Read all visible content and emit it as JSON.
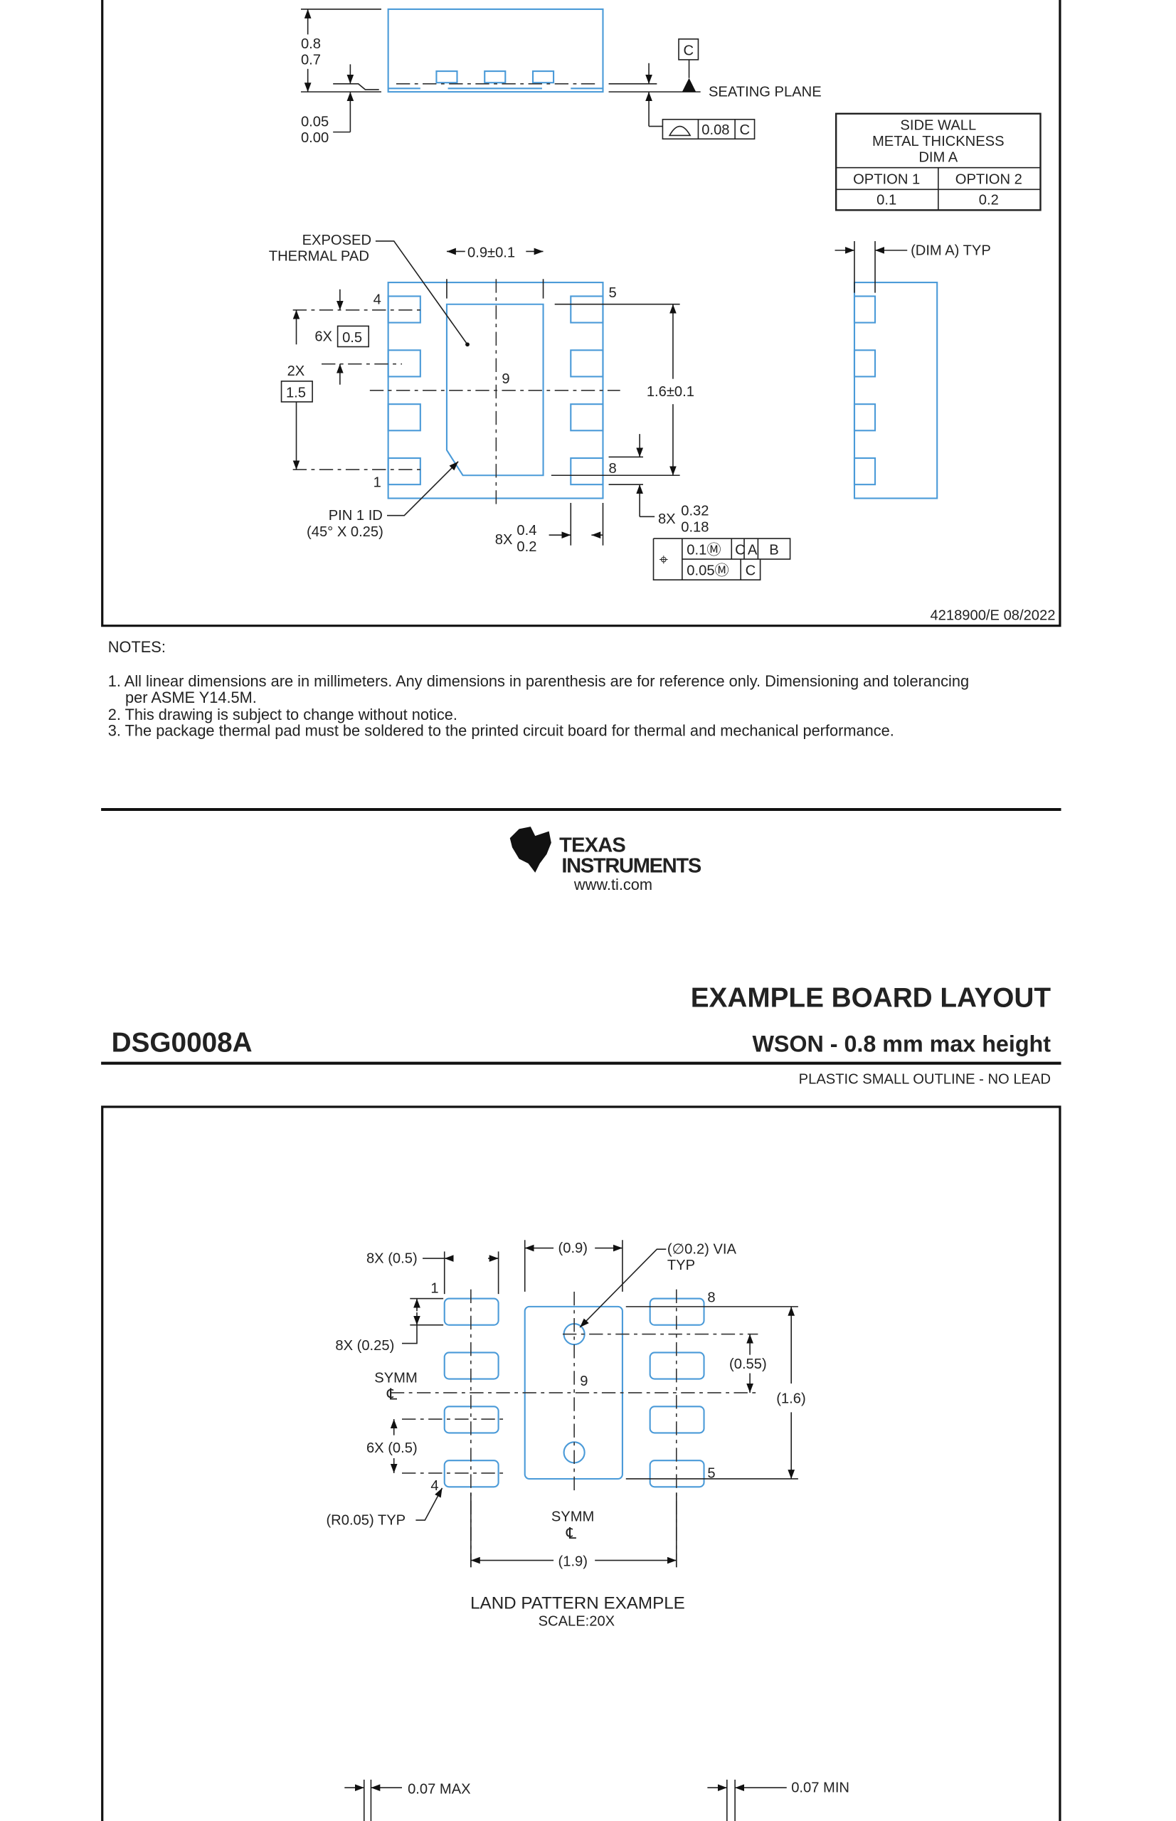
{
  "outline": {
    "side_view": {
      "height_max": "0.8",
      "height_min": "0.7",
      "standoff_max": "0.05",
      "standoff_min": "0.00",
      "datum": "C",
      "seating_plane": "SEATING PLANE",
      "flatness": "0.08",
      "flatness_datum": "C"
    },
    "table": {
      "title_1": "SIDE WALL",
      "title_2": "METAL THICKNESS",
      "title_3": "DIM A",
      "col1": "OPTION 1",
      "col2": "OPTION 2",
      "val1": "0.1",
      "val2": "0.2"
    },
    "bottom_view": {
      "exposed_1": "EXPOSED",
      "exposed_2": "THERMAL PAD",
      "pad_width": "0.9±0.1",
      "pad_height": "1.6±0.1",
      "pitch_count": "6X",
      "pitch": "0.5",
      "span_count": "2X",
      "span": "1.5",
      "pin4": "4",
      "pin1": "1",
      "pin5": "5",
      "pin8": "8",
      "pin9": "9",
      "lead_w_count": "8X",
      "lead_w_max": "0.32",
      "lead_w_min": "0.18",
      "lead_l_count": "8X",
      "lead_l_max": "0.4",
      "lead_l_min": "0.2",
      "pin1_id": "PIN 1 ID",
      "pin1_chamfer": "(45° X 0.25)",
      "gdt_row1_tol": "0.1Ⓜ",
      "gdt_row1_d1": "C",
      "gdt_row1_d2": "A",
      "gdt_row1_d3": "B",
      "gdt_row2_tol": "0.05Ⓜ",
      "gdt_row2_d1": "C",
      "gdt_symbol": "⌖",
      "dim_a": "(DIM A) TYP"
    },
    "drawing_number": "4218900/E   08/2022"
  },
  "notes": {
    "heading": "NOTES:",
    "items": [
      "1. All linear dimensions are in millimeters. Any dimensions in parenthesis are for reference only. Dimensioning and tolerancing",
      "    per ASME Y14.5M.",
      "2. This drawing is subject to change without notice.",
      "3. The package thermal pad must be soldered to the printed circuit board for thermal and mechanical performance."
    ]
  },
  "footer": {
    "logo_line1": "TEXAS",
    "logo_line2": "INSTRUMENTS",
    "url": "www.ti.com"
  },
  "page2_header": {
    "title": "EXAMPLE BOARD LAYOUT",
    "part": "DSG0008A",
    "package": "WSON - 0.8 mm max height",
    "subtitle": "PLASTIC SMALL OUTLINE - NO LEAD"
  },
  "land_pattern": {
    "pad_len": "8X (0.5)",
    "pad_w": "8X (0.25)",
    "pitch": "6X (0.5)",
    "symm": "SYMM",
    "cl": "℄",
    "pad9_w": "(0.9)",
    "via": "(∅0.2) VIA",
    "via_typ": "TYP",
    "via_pitch": "(0.55)",
    "pad9_h": "(1.6)",
    "span": "(1.9)",
    "radius": "(R0.05) TYP",
    "pin1": "1",
    "pin4": "4",
    "pin5": "5",
    "pin8": "8",
    "pin9": "9",
    "title": "LAND PATTERN EXAMPLE",
    "scale": "SCALE:20X"
  },
  "mask_details": {
    "left": "0.07 MAX",
    "right": "0.07 MIN"
  }
}
